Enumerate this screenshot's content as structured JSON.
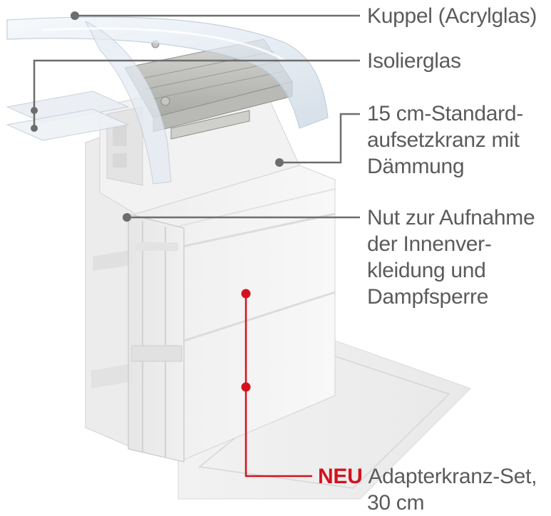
{
  "colors": {
    "leader_gray": "#6d6d6d",
    "leader_red": "#d3121f",
    "label_text": "#5b5b5b",
    "dome": "#dfe9f2",
    "frame": "#f1f1f1"
  },
  "labels": {
    "dome": "Kuppel (Acrylglas)",
    "glass": "Isolierglas",
    "curb_line1": "15 cm-Standard-",
    "curb_line2": "aufsetzkranz mit",
    "curb_line3": "Dämmung",
    "groove_line1": "Nut zur Aufnahme",
    "groove_line2": "der Innenver-",
    "groove_line3": "kleidung und",
    "groove_line4": "Dampfsperre",
    "new_badge": "NEU",
    "adapter_line1": "Adapterkranz-Set,",
    "adapter_line2": "30 cm"
  }
}
